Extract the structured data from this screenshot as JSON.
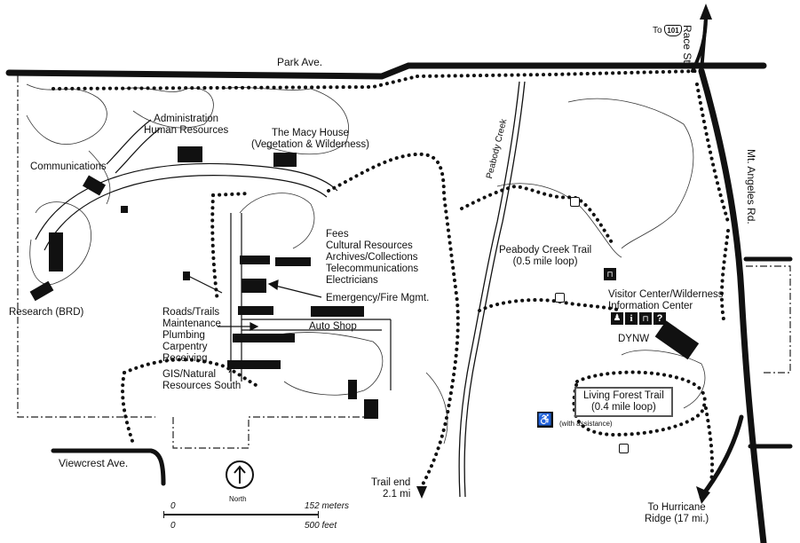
{
  "roads": {
    "park_ave": "Park Ave.",
    "race_st": "Race St.",
    "mt_angeles": "Mt. Angeles Rd.",
    "viewcrest": "Viewcrest Ave.",
    "to_101_prefix": "To",
    "route_101": "101",
    "peabody_creek": "Peabody Creek"
  },
  "buildings": {
    "administration": [
      "Administration",
      "Human Resources"
    ],
    "macy_house": [
      "The Macy House",
      "(Vegetation & Wilderness)"
    ],
    "communications": "Communications",
    "research": "Research (BRD)",
    "fees_group": [
      "Fees",
      "Cultural Resources",
      "Archives/Collections",
      "Telecommunications",
      "Electricians"
    ],
    "emergency": "Emergency/Fire Mgmt.",
    "auto_shop": "Auto Shop",
    "maintenance_group": [
      "Roads/Trails",
      "Maintenance",
      "Plumbing",
      "Carpentry",
      "Receiving"
    ],
    "gis": [
      "GIS/Natural",
      "Resources South"
    ],
    "visitor_center": [
      "Visitor Center/Wilderness",
      "Information Center"
    ],
    "dynw": "DYNW"
  },
  "trails": {
    "peabody_trail": [
      "Peabody Creek Trail",
      "(0.5 mile loop)"
    ],
    "living_forest": [
      "Living Forest Trail",
      "(0.4 mile loop)"
    ],
    "with_assistance": "(with assistance)",
    "trail_end": [
      "Trail end",
      "2.1 mi"
    ],
    "hurricane_ridge": [
      "To Hurricane",
      "Ridge (17 mi.)"
    ]
  },
  "icons": {
    "wheelchair": "wheelchair-accessible-icon",
    "picnic": "picnic-table-icon",
    "info": "information-icon",
    "restroom": "restroom-icon",
    "question": "question-icon",
    "trash": "trash-can-icon",
    "north_arrow": "north-arrow-icon"
  },
  "north_label": "North",
  "scale": {
    "zero_top": "0",
    "meters": "152 meters",
    "zero_bottom": "0",
    "feet": "500 feet"
  }
}
